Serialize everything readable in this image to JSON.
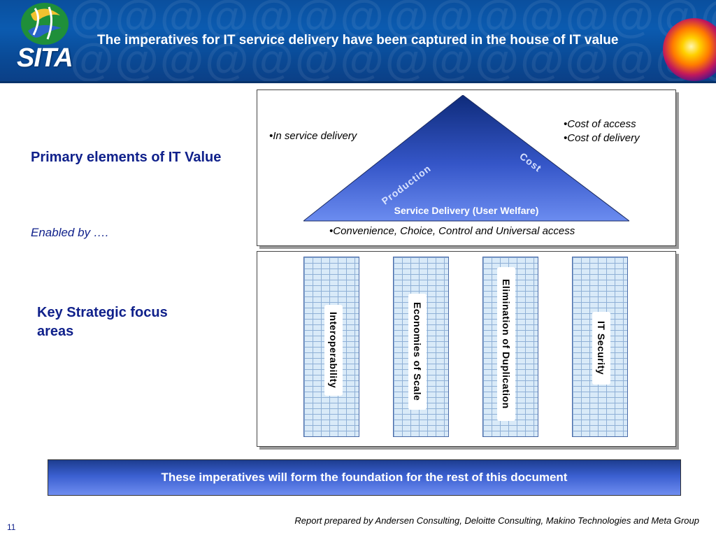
{
  "header": {
    "title": "The imperatives for IT service delivery have been captured in the house of IT value",
    "logo_text": "SITA",
    "colors": {
      "banner": "#0b5bb0",
      "title_text": "#ffffff"
    }
  },
  "left": {
    "primary_label": "Primary elements of IT Value",
    "enabled_by": "Enabled by ….",
    "focus_label": "Key Strategic focus areas",
    "label_color": "#10218b"
  },
  "house": {
    "roof": {
      "left_side": "Production",
      "right_side": "Cost",
      "base": "Service Delivery (User Welfare)"
    },
    "bullets": {
      "production": "•In service delivery",
      "cost": [
        "•Cost of access",
        "•Cost of delivery"
      ],
      "base": "•Convenience, Choice, Control and Universal access"
    },
    "pillars": [
      {
        "label": "Interoperability"
      },
      {
        "label": "Economies of Scale"
      },
      {
        "label": "Elimination of Duplication"
      },
      {
        "label": "IT Security"
      }
    ]
  },
  "foundation": {
    "text": "These imperatives will form the foundation for the rest of this document"
  },
  "footer": {
    "note": "Report prepared by Andersen Consulting, Deloitte Consulting, Makino Technologies and Meta Group",
    "page_number": "11"
  }
}
